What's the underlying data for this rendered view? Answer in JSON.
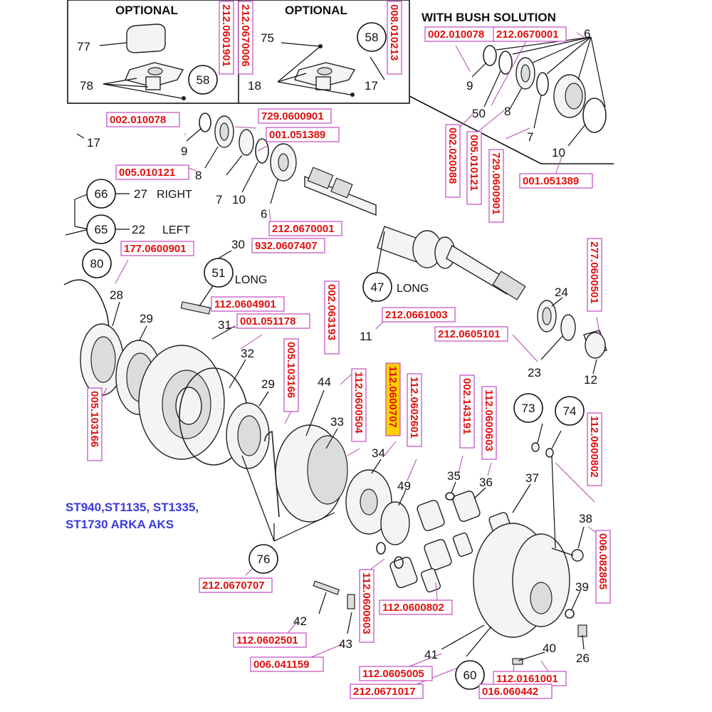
{
  "headers": {
    "optional_left": "OPTIONAL",
    "optional_right": "OPTIONAL",
    "bush_solution": "WITH BUSH SOLUTION"
  },
  "model_lines": [
    "ST940,ST1135, ST1335,",
    "ST1730 ARKA AKS"
  ],
  "side_labels": {
    "right": "RIGHT",
    "left": "LEFT",
    "long_51": "LONG",
    "long_47": "LONG"
  },
  "callouts": [
    "77",
    "78",
    "75",
    "18",
    "17",
    "9",
    "50",
    "8",
    "7",
    "6",
    "10",
    "17",
    "9",
    "8",
    "7",
    "10",
    "27",
    "22",
    "6",
    "30",
    "28",
    "29",
    "31",
    "32",
    "29",
    "44",
    "33",
    "34",
    "35",
    "36",
    "37",
    "38",
    "39",
    "40",
    "41",
    "42",
    "43",
    "26",
    "24",
    "11",
    "23",
    "12",
    "49"
  ],
  "circled": [
    "58",
    "58",
    "66",
    "65",
    "80",
    "51",
    "47",
    "73",
    "74",
    "76",
    "60"
  ],
  "part_numbers": [
    "212.0601901",
    "212.0670006",
    "008.010213",
    "002.010078",
    "212.0670001",
    "002.020088",
    "005.010121",
    "729.0600901",
    "001.051389",
    "002.010078",
    "729.0600901",
    "001.051389",
    "005.010121",
    "212.0670001",
    "932.0607407",
    "177.0600901",
    "112.0604901",
    "001.051178",
    "002.063193",
    "005.103166",
    "005.103166",
    "112.0600504",
    "112.0600707",
    "112.0602601",
    "002.143191",
    "112.0600603",
    "212.0661003",
    "212.0605101",
    "277.0600501",
    "112.0600802",
    "006.082865",
    "112.0600603",
    "112.0600802",
    "212.0670707",
    "112.0602501",
    "006.041159",
    "112.0605005",
    "212.0671017",
    "112.0161001",
    "016.060442"
  ],
  "highlighted_part": "112.0600707"
}
